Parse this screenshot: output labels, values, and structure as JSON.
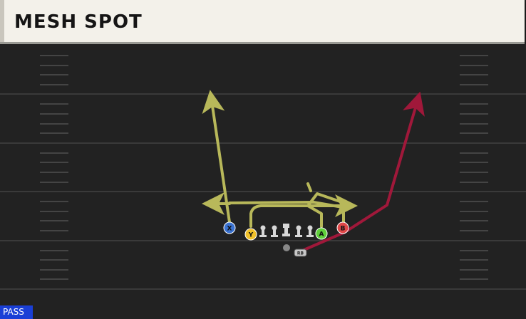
{
  "play": {
    "title": "MESH SPOT",
    "mode": "PASS"
  },
  "players": {
    "x": {
      "label": "X",
      "color": "#3a72d0"
    },
    "y": {
      "label": "Y",
      "color": "#f0c02a"
    },
    "a": {
      "label": "A",
      "color": "#5fcf3a"
    },
    "b": {
      "label": "B",
      "color": "#e04848"
    },
    "rb": {
      "label": "RB",
      "color": "#c8c8c8"
    }
  },
  "colors": {
    "route_primary": "#b8b85a",
    "route_secondary": "#a0183a",
    "lineman": "#d8d8d8",
    "field_lines": "#3a3a3a",
    "hash_marks": "#444444"
  }
}
